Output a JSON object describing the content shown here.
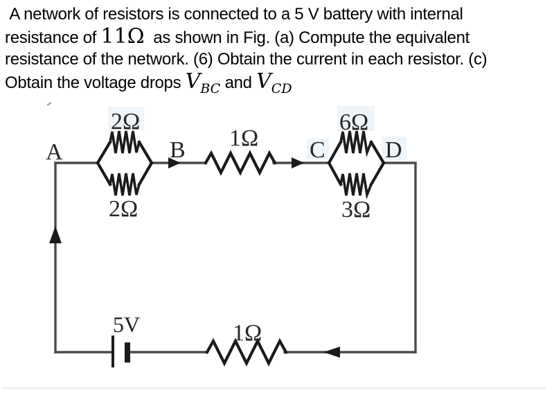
{
  "problem": {
    "line1": " A network of resistors is connected to a 5 V battery with internal",
    "line2_pre": "resistance of ",
    "line2_math": "11Ω",
    "line2_post": "  as shown in Fig. (a) Compute the equivalent",
    "line3": "resistance of the network. (6) Obtain the current in each resistor. (c)",
    "line4_pre": "Obtain the voltage drops ",
    "line4_var1": "V",
    "line4_sub1": "BC",
    "line4_mid": " and ",
    "line4_var2": "V",
    "line4_sub2": "CD"
  },
  "circuit": {
    "battery_voltage": "5V",
    "nodes": {
      "a": "A",
      "b": "B",
      "c": "C",
      "d": "D"
    },
    "resistors": {
      "ab_top": "2Ω",
      "ab_bottom": "2Ω",
      "bc": "1Ω",
      "cd_top": "6Ω",
      "cd_bottom": "3Ω",
      "internal": "1Ω"
    },
    "colors": {
      "wire": "#4a4a4a",
      "component": "#1b1b1b",
      "label": "#262626"
    }
  }
}
